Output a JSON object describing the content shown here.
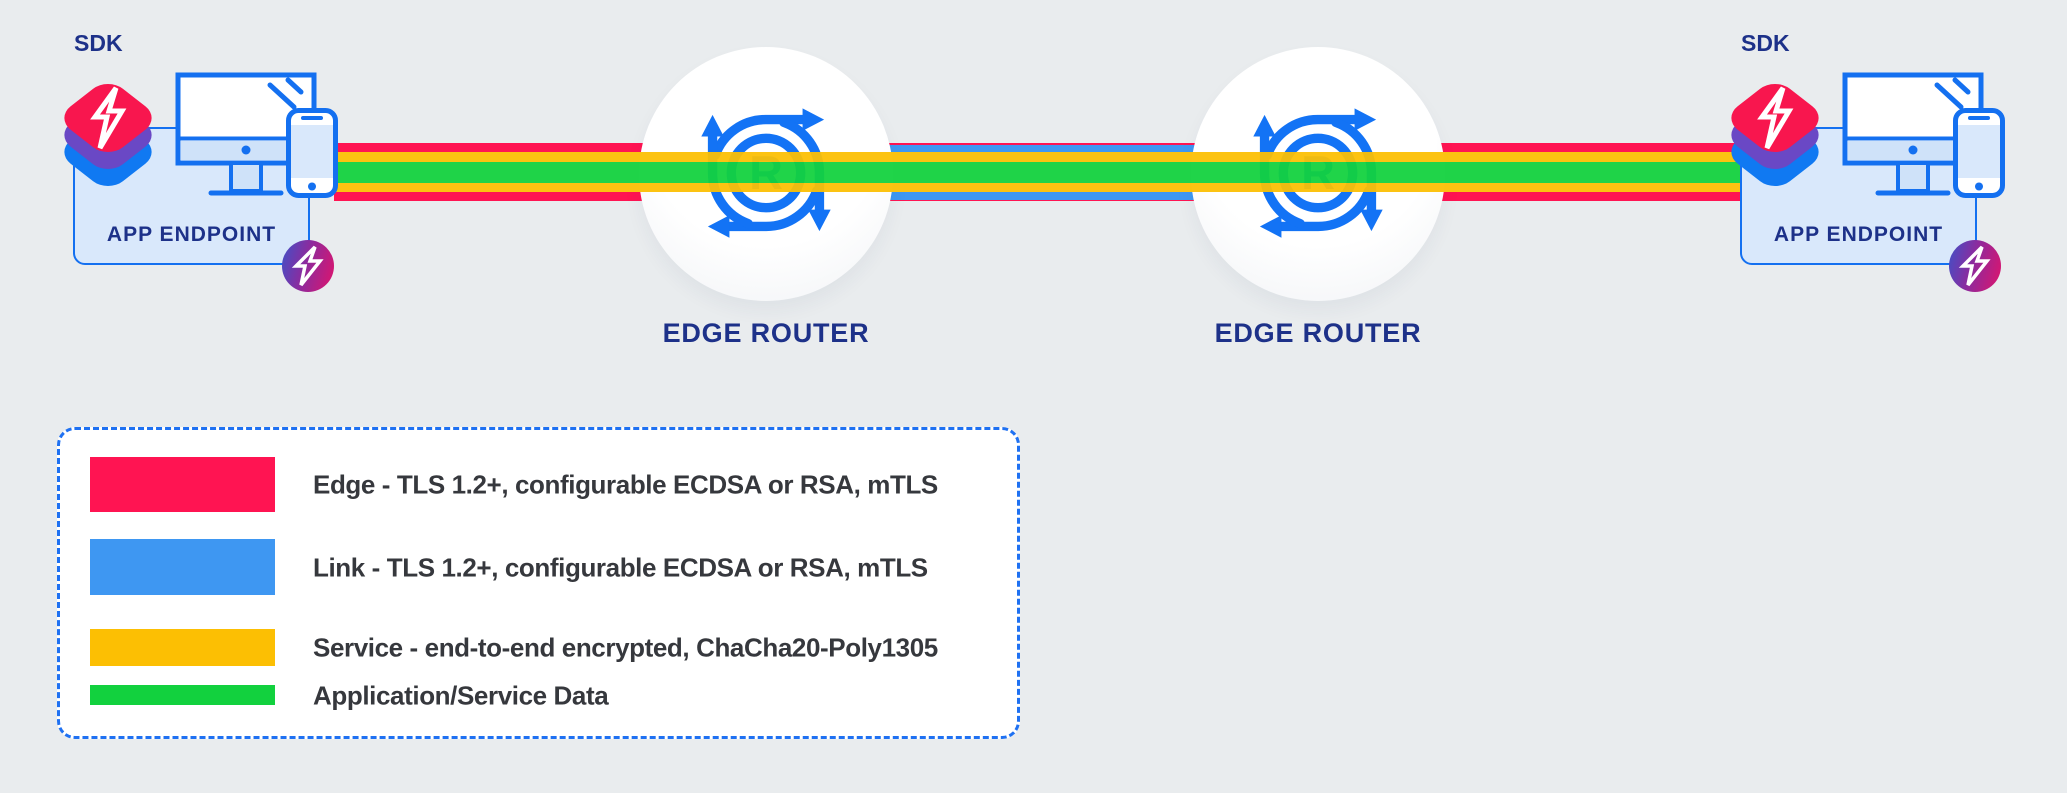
{
  "endpoints": {
    "left": {
      "sdk_label": "SDK",
      "card_label": "APP ENDPOINT"
    },
    "right": {
      "sdk_label": "SDK",
      "card_label": "APP ENDPOINT"
    }
  },
  "routers": {
    "left_label": "EDGE ROUTER",
    "right_label": "EDGE ROUTER",
    "icon_letter": "R"
  },
  "legend": {
    "items": [
      {
        "id": "edge",
        "label": "Edge - TLS 1.2+, configurable ECDSA or RSA, mTLS",
        "color": "#ff1452"
      },
      {
        "id": "link",
        "label": "Link - TLS 1.2+, configurable ECDSA or RSA, mTLS",
        "color": "#3e97f2"
      },
      {
        "id": "service",
        "label": "Service - end-to-end encrypted, ChaCha20-Poly1305",
        "color": "#fcbf03"
      },
      {
        "id": "data",
        "label": "Application/Service Data",
        "color": "#12d13e"
      }
    ]
  },
  "colors": {
    "edge_stripe": "#ff1452",
    "link_stripe": "#3e97f2",
    "service_stripe": "#fcbf03",
    "data_stripe": "#12d13e",
    "background": "#e9ecee",
    "outline_blue": "#1470f0",
    "navy_text": "#1d3189",
    "sdk_red": "#f8164e",
    "sdk_purple": "#6a48c5",
    "sdk_blue": "#1079f2"
  },
  "icons": {
    "router": "circular-arrows-router-icon",
    "bolt": "lightning-bolt-icon",
    "monitor": "desktop-monitor-icon",
    "phone": "smartphone-icon",
    "sdk_stack": "layered-sdk-stack-icon"
  }
}
